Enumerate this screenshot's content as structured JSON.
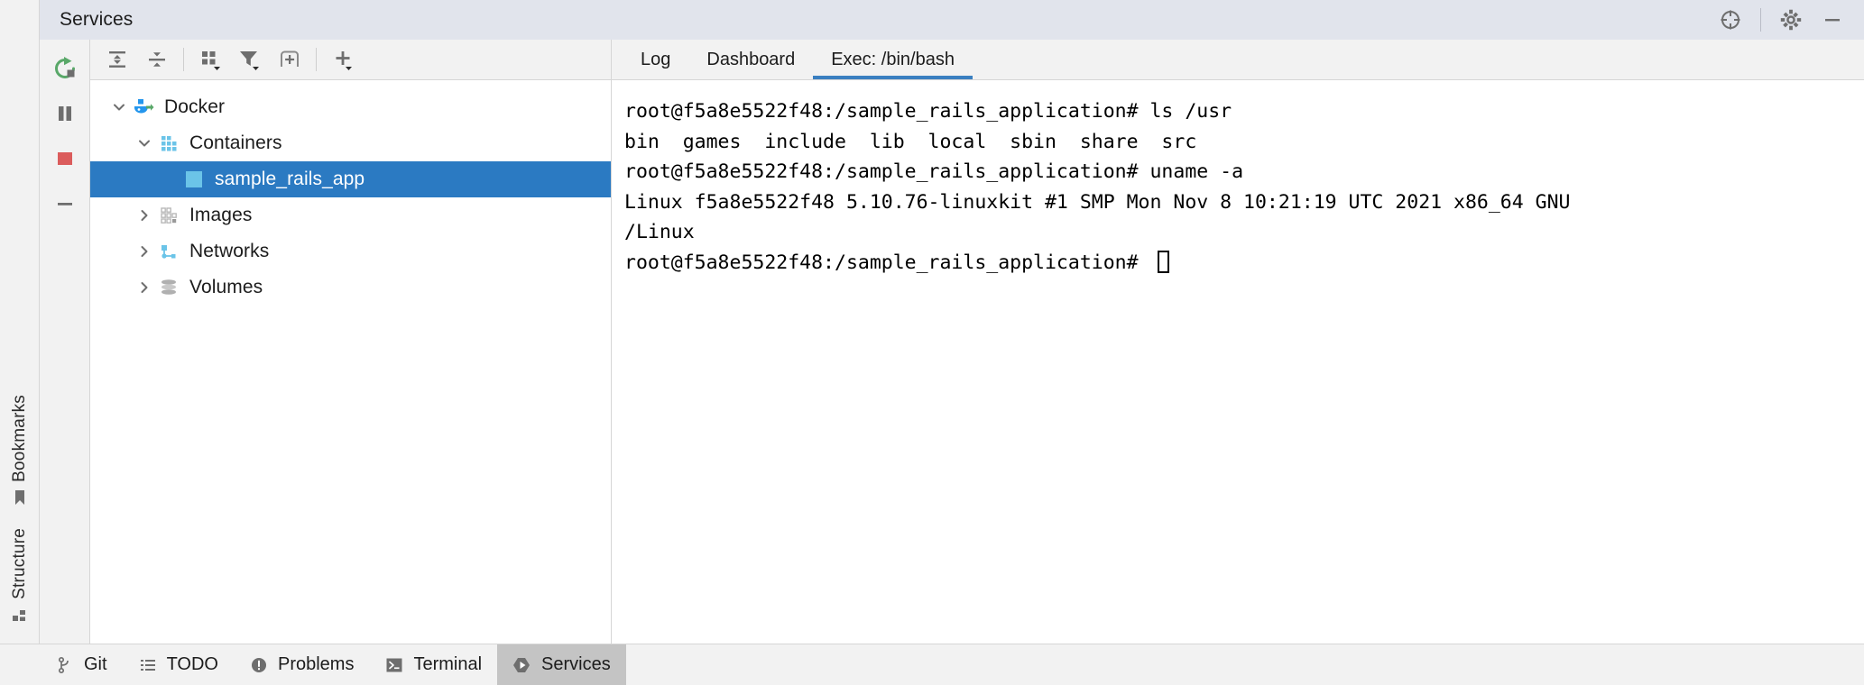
{
  "window": {
    "title": "Services"
  },
  "header": {
    "actions": [
      {
        "name": "locate-target-icon",
        "label": "Locate"
      },
      {
        "name": "gear-icon",
        "label": "Settings"
      },
      {
        "name": "minimize-icon",
        "label": "Hide"
      }
    ]
  },
  "run_rail": {
    "buttons": [
      {
        "name": "rerun-icon",
        "label": "Rerun",
        "color": "#59a869"
      },
      {
        "name": "pause-icon",
        "label": "Pause",
        "color": "#6e6e6e"
      },
      {
        "name": "stop-icon",
        "label": "Stop",
        "color": "#db5c5c"
      },
      {
        "name": "minus-icon",
        "label": "Collapse",
        "color": "#6e6e6e"
      }
    ]
  },
  "tree_toolbar": {
    "buttons": [
      {
        "name": "expand-all-icon",
        "label": "Expand All"
      },
      {
        "name": "collapse-all-icon",
        "label": "Collapse All"
      },
      {
        "name": "group-by-icon",
        "label": "Group By"
      },
      {
        "name": "filter-icon",
        "label": "Filter"
      },
      {
        "name": "add-tab-icon",
        "label": "Add Tab"
      },
      {
        "name": "add-icon",
        "label": "Add Service"
      }
    ]
  },
  "tree": {
    "nodes": [
      {
        "label": "Docker",
        "indent": 0,
        "twisty": "down",
        "icon": "docker-whale-icon",
        "selected": false
      },
      {
        "label": "Containers",
        "indent": 1,
        "twisty": "down",
        "icon": "containers-grid-icon",
        "selected": false
      },
      {
        "label": "sample_rails_app",
        "indent": 2,
        "twisty": "none",
        "icon": "container-square-icon",
        "selected": true
      },
      {
        "label": "Images",
        "indent": 1,
        "twisty": "right",
        "icon": "images-grid-icon",
        "selected": false
      },
      {
        "label": "Networks",
        "indent": 1,
        "twisty": "right",
        "icon": "networks-icon",
        "selected": false
      },
      {
        "label": "Volumes",
        "indent": 1,
        "twisty": "right",
        "icon": "volumes-stack-icon",
        "selected": false
      }
    ]
  },
  "tabs": [
    {
      "label": "Log",
      "active": false
    },
    {
      "label": "Dashboard",
      "active": false
    },
    {
      "label": "Exec: /bin/bash",
      "active": true
    }
  ],
  "terminal": {
    "lines": [
      {
        "text": "root@f5a8e5522f48:/sample_rails_application# ls /usr",
        "cursor": false
      },
      {
        "text": "bin  games  include  lib  local  sbin  share  src",
        "cursor": false
      },
      {
        "text": "root@f5a8e5522f48:/sample_rails_application# uname -a",
        "cursor": false
      },
      {
        "text": "Linux f5a8e5522f48 5.10.76-linuxkit #1 SMP Mon Nov 8 10:21:19 UTC 2021 x86_64 GNU",
        "cursor": false
      },
      {
        "text": "/Linux",
        "cursor": false
      },
      {
        "text": "root@f5a8e5522f48:/sample_rails_application# ",
        "cursor": true
      }
    ]
  },
  "left_rail": {
    "items": [
      {
        "label": "Structure",
        "icon": "structure-icon"
      },
      {
        "label": "Bookmarks",
        "icon": "bookmark-icon"
      }
    ]
  },
  "status_bar": {
    "items": [
      {
        "label": "Git",
        "icon": "git-branch-icon",
        "active": false
      },
      {
        "label": "TODO",
        "icon": "todo-list-icon",
        "active": false
      },
      {
        "label": "Problems",
        "icon": "problems-icon",
        "active": false
      },
      {
        "label": "Terminal",
        "icon": "terminal-icon",
        "active": false
      },
      {
        "label": "Services",
        "icon": "services-play-icon",
        "active": true
      }
    ]
  },
  "colors": {
    "selection": "#2b7ac2",
    "tab_underline": "#3a7fc1",
    "header_bg": "#e1e4ec",
    "run_green": "#59a869",
    "stop_red": "#db5c5c",
    "status_active_bg": "#c4c4c4"
  }
}
